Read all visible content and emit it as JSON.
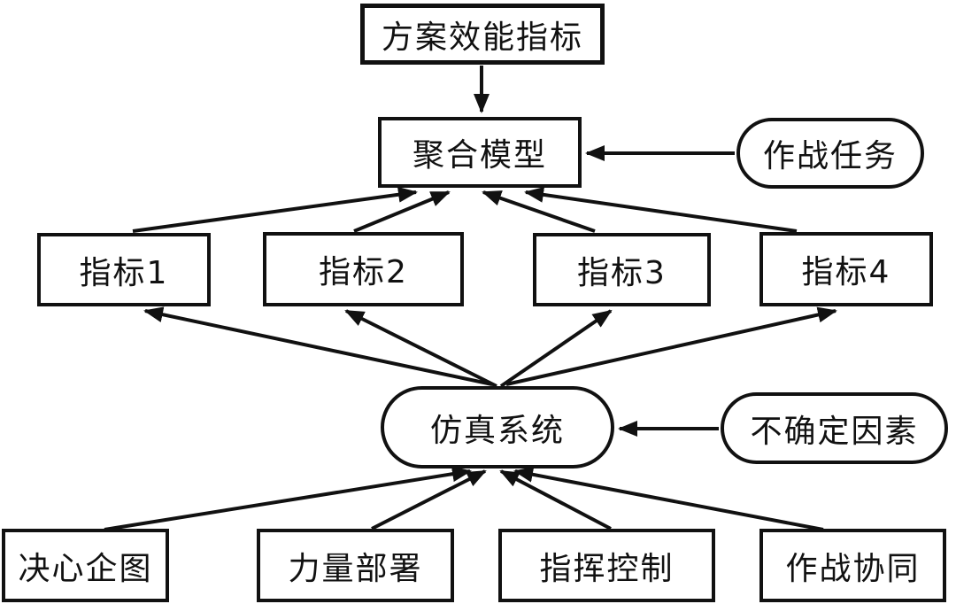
{
  "diagram": {
    "title": "scheme-effectiveness-indicator-aggregation-diagram",
    "colors": {
      "ink": "#111111",
      "background": "#ffffff"
    },
    "nodes": {
      "scheme_indicator": {
        "label": "方案效能指标",
        "shape": "rect"
      },
      "aggregation_model": {
        "label": "聚合模型",
        "shape": "rect"
      },
      "combat_task": {
        "label": "作战任务",
        "shape": "stadium"
      },
      "indicator1": {
        "label": "指标1",
        "shape": "rect"
      },
      "indicator2": {
        "label": "指标2",
        "shape": "rect"
      },
      "indicator3": {
        "label": "指标3",
        "shape": "rect"
      },
      "indicator4": {
        "label": "指标4",
        "shape": "rect"
      },
      "simulation_system": {
        "label": "仿真系统",
        "shape": "stadium"
      },
      "uncertain_factors": {
        "label": "不确定因素",
        "shape": "stadium"
      },
      "decision_intent": {
        "label": "决心企图",
        "shape": "rect"
      },
      "force_deployment": {
        "label": "力量部署",
        "shape": "rect"
      },
      "command_control": {
        "label": "指挥控制",
        "shape": "rect"
      },
      "combat_coordination": {
        "label": "作战协同",
        "shape": "rect"
      }
    },
    "edges": [
      {
        "from": "scheme_indicator",
        "to": "aggregation_model"
      },
      {
        "from": "combat_task",
        "to": "aggregation_model"
      },
      {
        "from": "indicator1",
        "to": "aggregation_model"
      },
      {
        "from": "indicator2",
        "to": "aggregation_model"
      },
      {
        "from": "indicator3",
        "to": "aggregation_model"
      },
      {
        "from": "indicator4",
        "to": "aggregation_model"
      },
      {
        "from": "simulation_system",
        "to": "indicator1"
      },
      {
        "from": "simulation_system",
        "to": "indicator2"
      },
      {
        "from": "simulation_system",
        "to": "indicator3"
      },
      {
        "from": "simulation_system",
        "to": "indicator4"
      },
      {
        "from": "uncertain_factors",
        "to": "simulation_system"
      },
      {
        "from": "decision_intent",
        "to": "simulation_system"
      },
      {
        "from": "force_deployment",
        "to": "simulation_system"
      },
      {
        "from": "command_control",
        "to": "simulation_system"
      },
      {
        "from": "combat_coordination",
        "to": "simulation_system"
      }
    ]
  }
}
